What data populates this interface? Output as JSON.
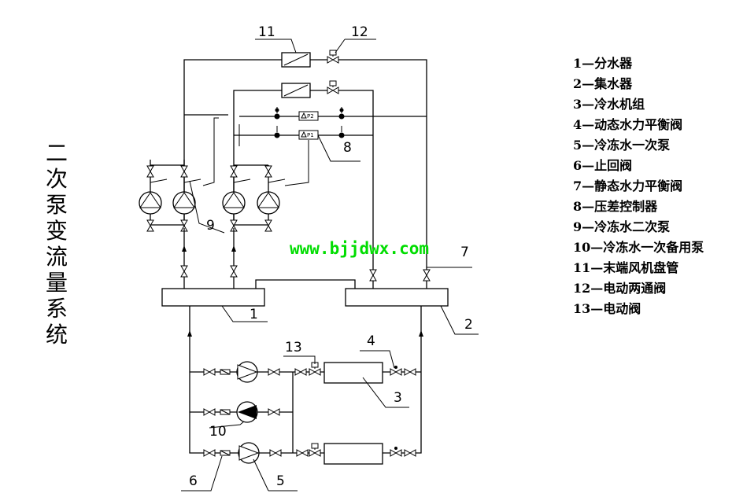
{
  "title": "二次泵变流量系统",
  "watermark": "www.bjjdwx.com",
  "legend": [
    "1—分水器",
    "2—集水器",
    "3—冷水机组",
    "4—动态水力平衡阀",
    "5—冷冻水一次泵",
    "6—止回阀",
    "7—静态水力平衡阀",
    "8—压差控制器",
    "9—冷冻水二次泵",
    "10—冷冻水一次备用泵",
    "11—末端风机盘管",
    "12—电动两通阀",
    "13—电动阀"
  ],
  "callouts": {
    "n1": "1",
    "n2": "2",
    "n3": "3",
    "n4": "4",
    "n5": "5",
    "n6": "6",
    "n7": "7",
    "n8": "8",
    "n9": "9",
    "n10": "10",
    "n11": "11",
    "n12": "12",
    "n13": "13"
  },
  "sensors": {
    "p1": "P1",
    "p2": "P2"
  }
}
